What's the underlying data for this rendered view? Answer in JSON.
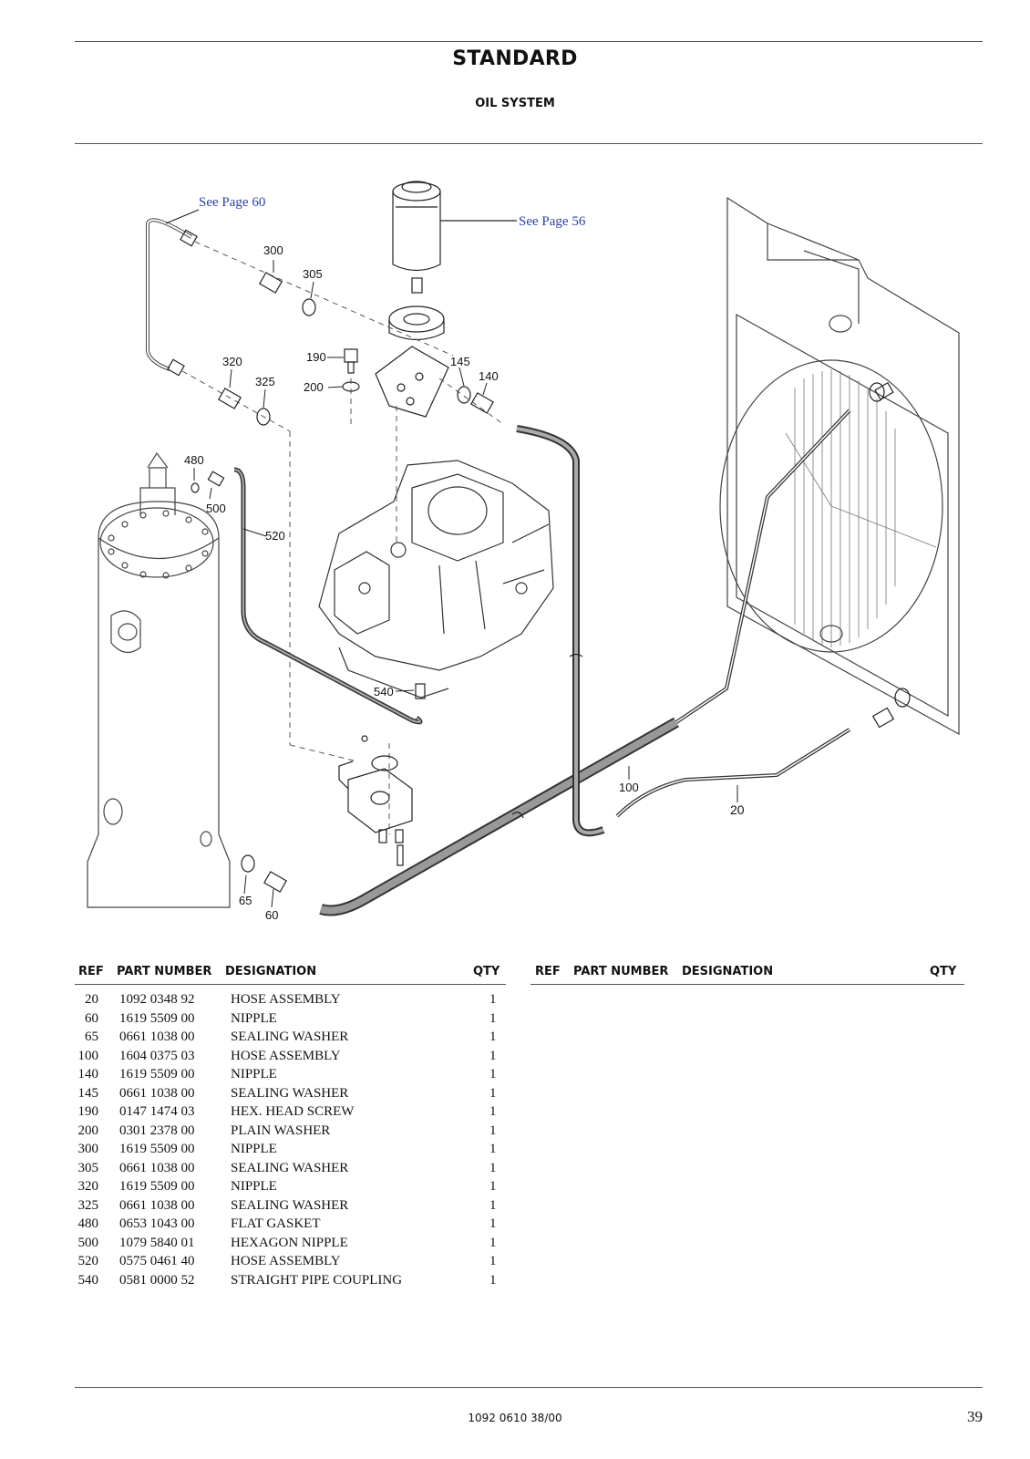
{
  "header": {
    "title": "STANDARD",
    "subtitle": "OIL SYSTEM"
  },
  "diagram": {
    "callouts": [
      "300",
      "305",
      "320",
      "325",
      "190",
      "200",
      "145",
      "140",
      "480",
      "500",
      "520",
      "540",
      "100",
      "20",
      "65",
      "60"
    ],
    "page_refs": [
      "See Page 60",
      "See Page 56"
    ]
  },
  "table": {
    "headers": {
      "ref": "REF",
      "part_number": "PART NUMBER",
      "designation": "DESIGNATION",
      "qty": "QTY"
    },
    "rows": [
      {
        "ref": "20",
        "pn": "1092 0348 92",
        "des": "HOSE ASSEMBLY",
        "qty": "1"
      },
      {
        "ref": "60",
        "pn": "1619 5509 00",
        "des": "NIPPLE",
        "qty": "1"
      },
      {
        "ref": "65",
        "pn": "0661 1038 00",
        "des": "SEALING WASHER",
        "qty": "1"
      },
      {
        "ref": "100",
        "pn": "1604 0375 03",
        "des": "HOSE ASSEMBLY",
        "qty": "1"
      },
      {
        "ref": "140",
        "pn": "1619 5509 00",
        "des": "NIPPLE",
        "qty": "1"
      },
      {
        "ref": "145",
        "pn": "0661 1038 00",
        "des": "SEALING WASHER",
        "qty": "1"
      },
      {
        "ref": "190",
        "pn": "0147 1474 03",
        "des": "HEX. HEAD SCREW",
        "qty": "1"
      },
      {
        "ref": "200",
        "pn": "0301 2378 00",
        "des": "PLAIN WASHER",
        "qty": "1"
      },
      {
        "ref": "300",
        "pn": "1619 5509 00",
        "des": "NIPPLE",
        "qty": "1"
      },
      {
        "ref": "305",
        "pn": "0661 1038 00",
        "des": "SEALING WASHER",
        "qty": "1"
      },
      {
        "ref": "320",
        "pn": "1619 5509 00",
        "des": "NIPPLE",
        "qty": "1"
      },
      {
        "ref": "325",
        "pn": "0661 1038 00",
        "des": "SEALING WASHER",
        "qty": "1"
      },
      {
        "ref": "480",
        "pn": "0653 1043 00",
        "des": "FLAT GASKET",
        "qty": "1"
      },
      {
        "ref": "500",
        "pn": "1079 5840 01",
        "des": "HEXAGON NIPPLE",
        "qty": "1"
      },
      {
        "ref": "520",
        "pn": "0575 0461 40",
        "des": "HOSE ASSEMBLY",
        "qty": "1"
      },
      {
        "ref": "540",
        "pn": "0581 0000 52",
        "des": "STRAIGHT PIPE COUPLING",
        "qty": "1"
      }
    ]
  },
  "footer": {
    "doc_code": "1092 0610 38/00",
    "page_number": "39"
  }
}
